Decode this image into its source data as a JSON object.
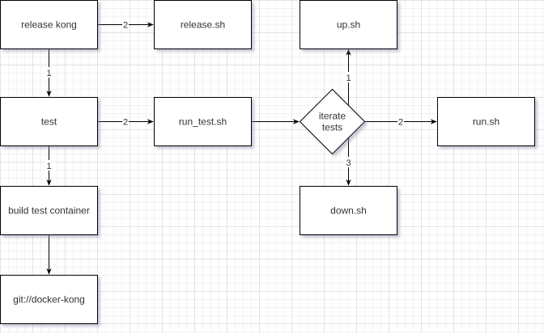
{
  "diagram": {
    "nodes": [
      {
        "id": "release-kong",
        "label": "release kong",
        "shape": "rect"
      },
      {
        "id": "release-sh",
        "label": "release.sh",
        "shape": "rect"
      },
      {
        "id": "test",
        "label": "test",
        "shape": "rect"
      },
      {
        "id": "run-test-sh",
        "label": "run_test.sh",
        "shape": "rect"
      },
      {
        "id": "iterate-tests",
        "label": [
          "iterate",
          "tests"
        ],
        "shape": "diamond"
      },
      {
        "id": "up-sh",
        "label": "up.sh",
        "shape": "rect"
      },
      {
        "id": "run-sh",
        "label": "run.sh",
        "shape": "rect"
      },
      {
        "id": "down-sh",
        "label": "down.sh",
        "shape": "rect"
      },
      {
        "id": "build-test-container",
        "label": "build test container",
        "shape": "rect"
      },
      {
        "id": "git-docker-kong",
        "label": "git://docker-kong",
        "shape": "rect"
      }
    ],
    "edges": [
      {
        "from": "release-kong",
        "to": "release-sh",
        "label": "2"
      },
      {
        "from": "release-kong",
        "to": "test",
        "label": "1"
      },
      {
        "from": "test",
        "to": "run-test-sh",
        "label": "2"
      },
      {
        "from": "test",
        "to": "build-test-container",
        "label": "1"
      },
      {
        "from": "run-test-sh",
        "to": "iterate-tests",
        "label": ""
      },
      {
        "from": "iterate-tests",
        "to": "up-sh",
        "label": "1"
      },
      {
        "from": "iterate-tests",
        "to": "run-sh",
        "label": "2"
      },
      {
        "from": "iterate-tests",
        "to": "down-sh",
        "label": "3"
      },
      {
        "from": "build-test-container",
        "to": "git-docker-kong",
        "label": ""
      }
    ]
  }
}
